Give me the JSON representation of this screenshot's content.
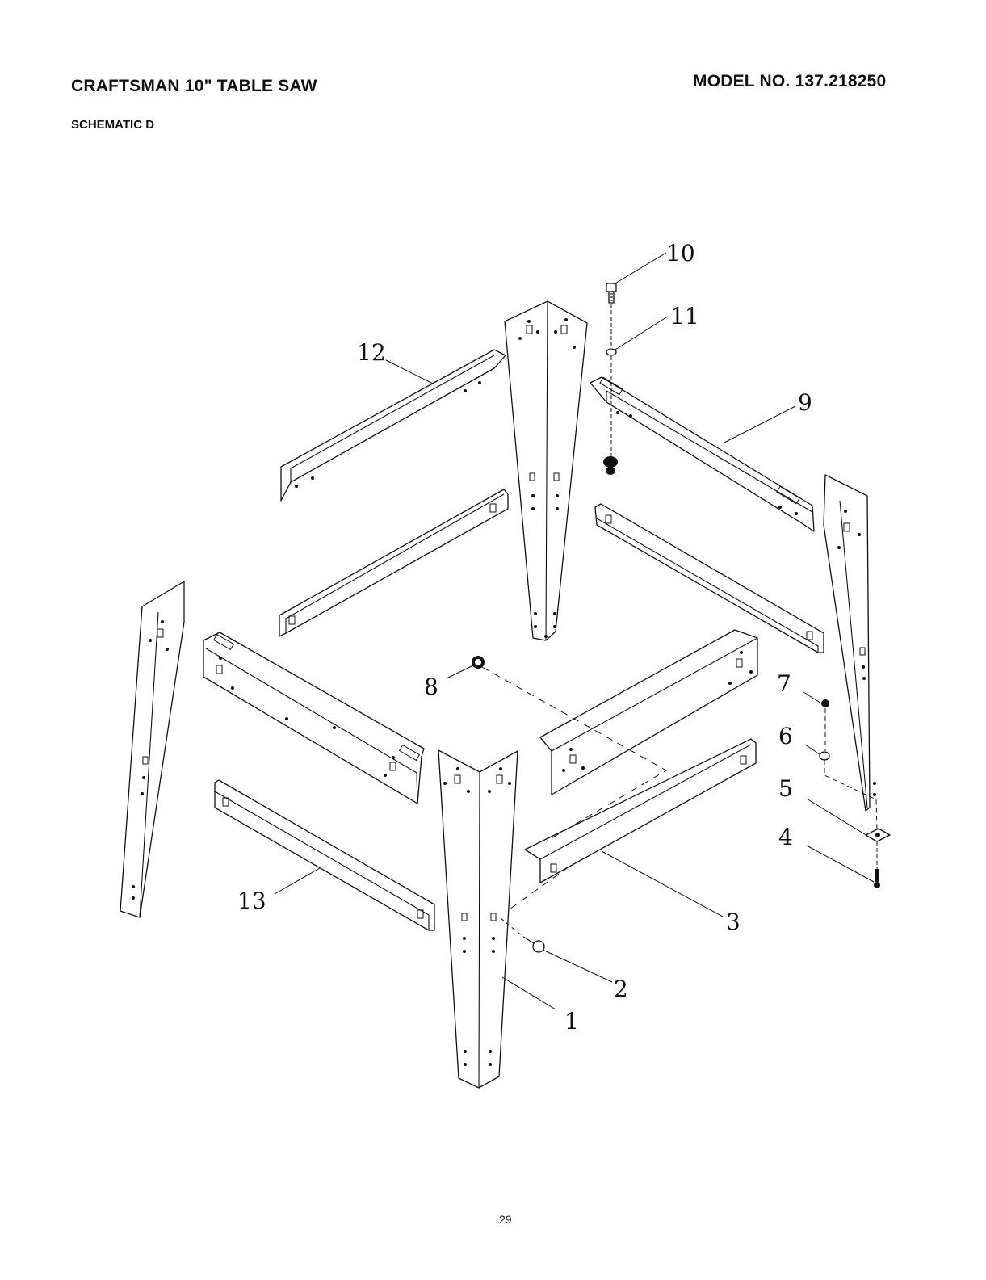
{
  "header": {
    "title": "CRAFTSMAN 10\" TABLE SAW",
    "model": "MODEL NO. 137.218250",
    "schematic": "SCHEMATIC  D"
  },
  "callouts": [
    "1",
    "2",
    "3",
    "4",
    "5",
    "6",
    "7",
    "8",
    "9",
    "10",
    "11",
    "12",
    "13"
  ],
  "footer": {
    "page_number": "29"
  }
}
